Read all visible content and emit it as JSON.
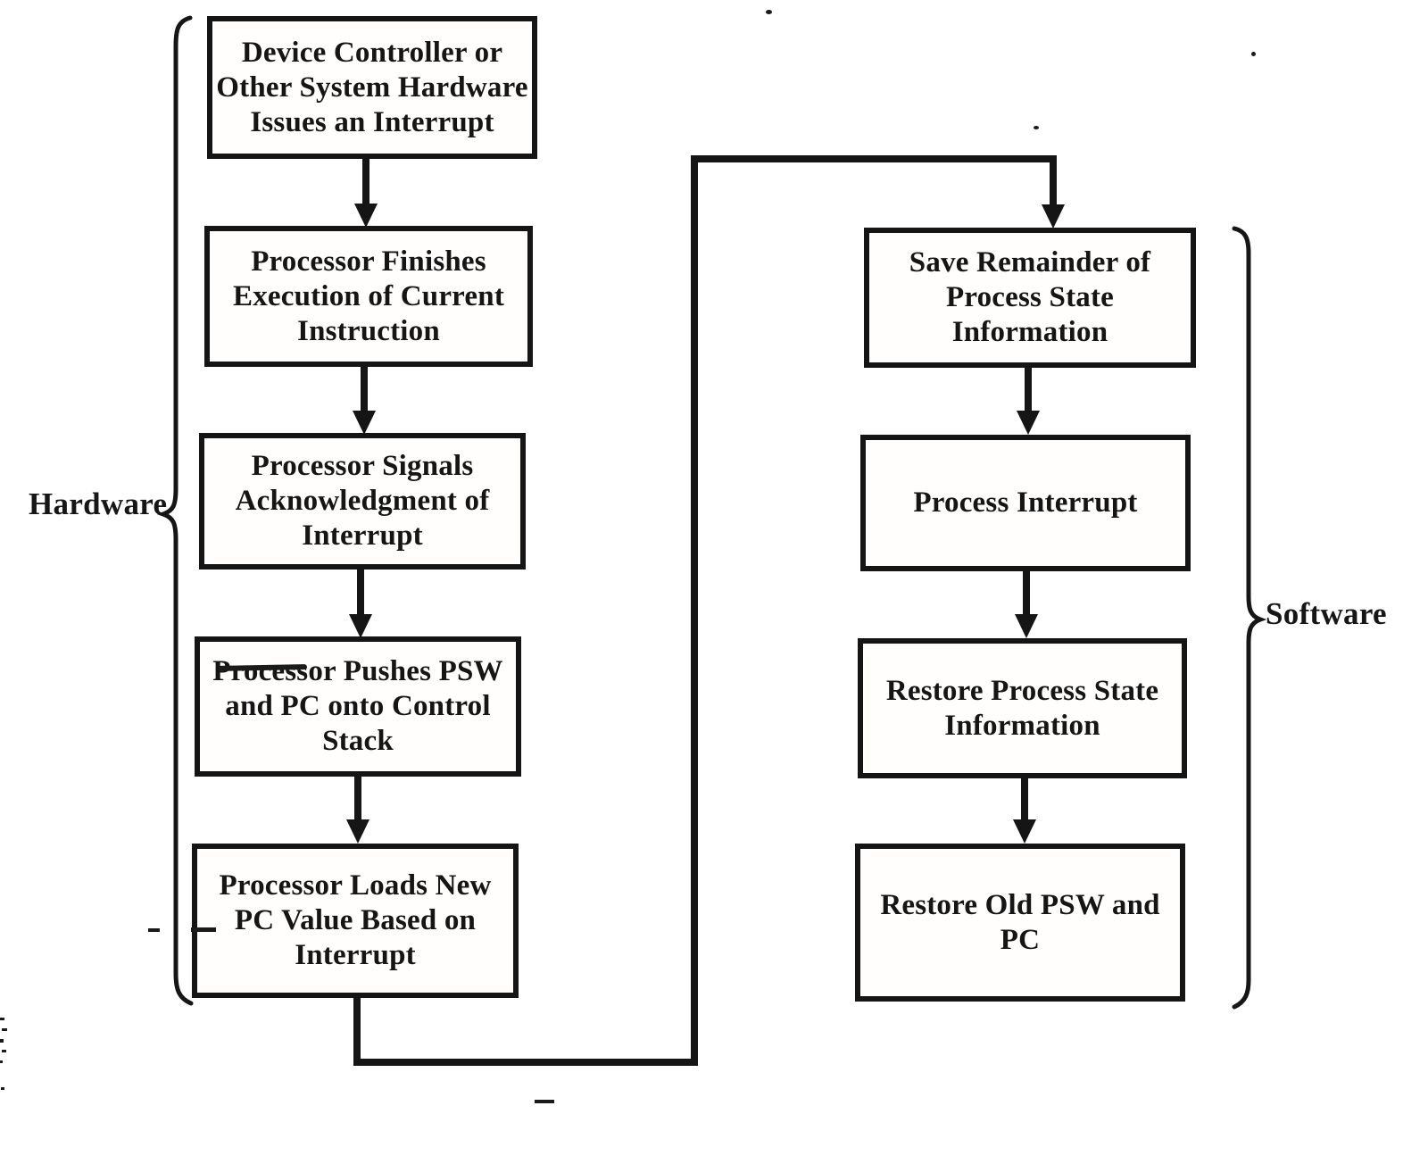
{
  "diagram": {
    "type": "flowchart",
    "colors": {
      "ink": "#151515",
      "background": "#ffffff"
    },
    "groups": {
      "hardware": {
        "label": "Hardware",
        "side": "left",
        "bracket": "left-brace"
      },
      "software": {
        "label": "Software",
        "side": "right",
        "bracket": "right-brace"
      }
    },
    "left_column": {
      "group": "Hardware",
      "boxes": [
        {
          "id": "hardware-1",
          "label": "Device Controller or\nOther System Hardware\nIssues an Interrupt"
        },
        {
          "id": "hardware-2",
          "label": "Processor Finishes\nExecution of Current\nInstruction"
        },
        {
          "id": "hardware-3",
          "label": "Processor Signals\nAcknowledgment of\nInterrupt"
        },
        {
          "id": "hardware-4",
          "label": "Processor Pushes PSW\nand PC onto Control\nStack"
        },
        {
          "id": "hardware-5",
          "label": "Processor Loads New\nPC Value Based on\nInterrupt"
        }
      ]
    },
    "right_column": {
      "group": "Software",
      "boxes": [
        {
          "id": "software-1",
          "label": "Save Remainder of\nProcess State\nInformation"
        },
        {
          "id": "software-2",
          "label": "Process Interrupt"
        },
        {
          "id": "software-3",
          "label": "Restore Process State\nInformation"
        },
        {
          "id": "software-4",
          "label": "Restore Old PSW and\nPC"
        }
      ]
    },
    "edges": [
      {
        "from": "hardware-1",
        "to": "hardware-2",
        "style": "straight-down-arrow"
      },
      {
        "from": "hardware-2",
        "to": "hardware-3",
        "style": "straight-down-arrow"
      },
      {
        "from": "hardware-3",
        "to": "hardware-4",
        "style": "straight-down-arrow"
      },
      {
        "from": "hardware-4",
        "to": "hardware-5",
        "style": "straight-down-arrow"
      },
      {
        "from": "hardware-5",
        "to": "software-1",
        "style": "routed: down, right, up left-center channel, right, down-arrow"
      },
      {
        "from": "software-1",
        "to": "software-2",
        "style": "straight-down-arrow"
      },
      {
        "from": "software-2",
        "to": "software-3",
        "style": "straight-down-arrow"
      },
      {
        "from": "software-3",
        "to": "software-4",
        "style": "straight-down-arrow"
      }
    ]
  }
}
